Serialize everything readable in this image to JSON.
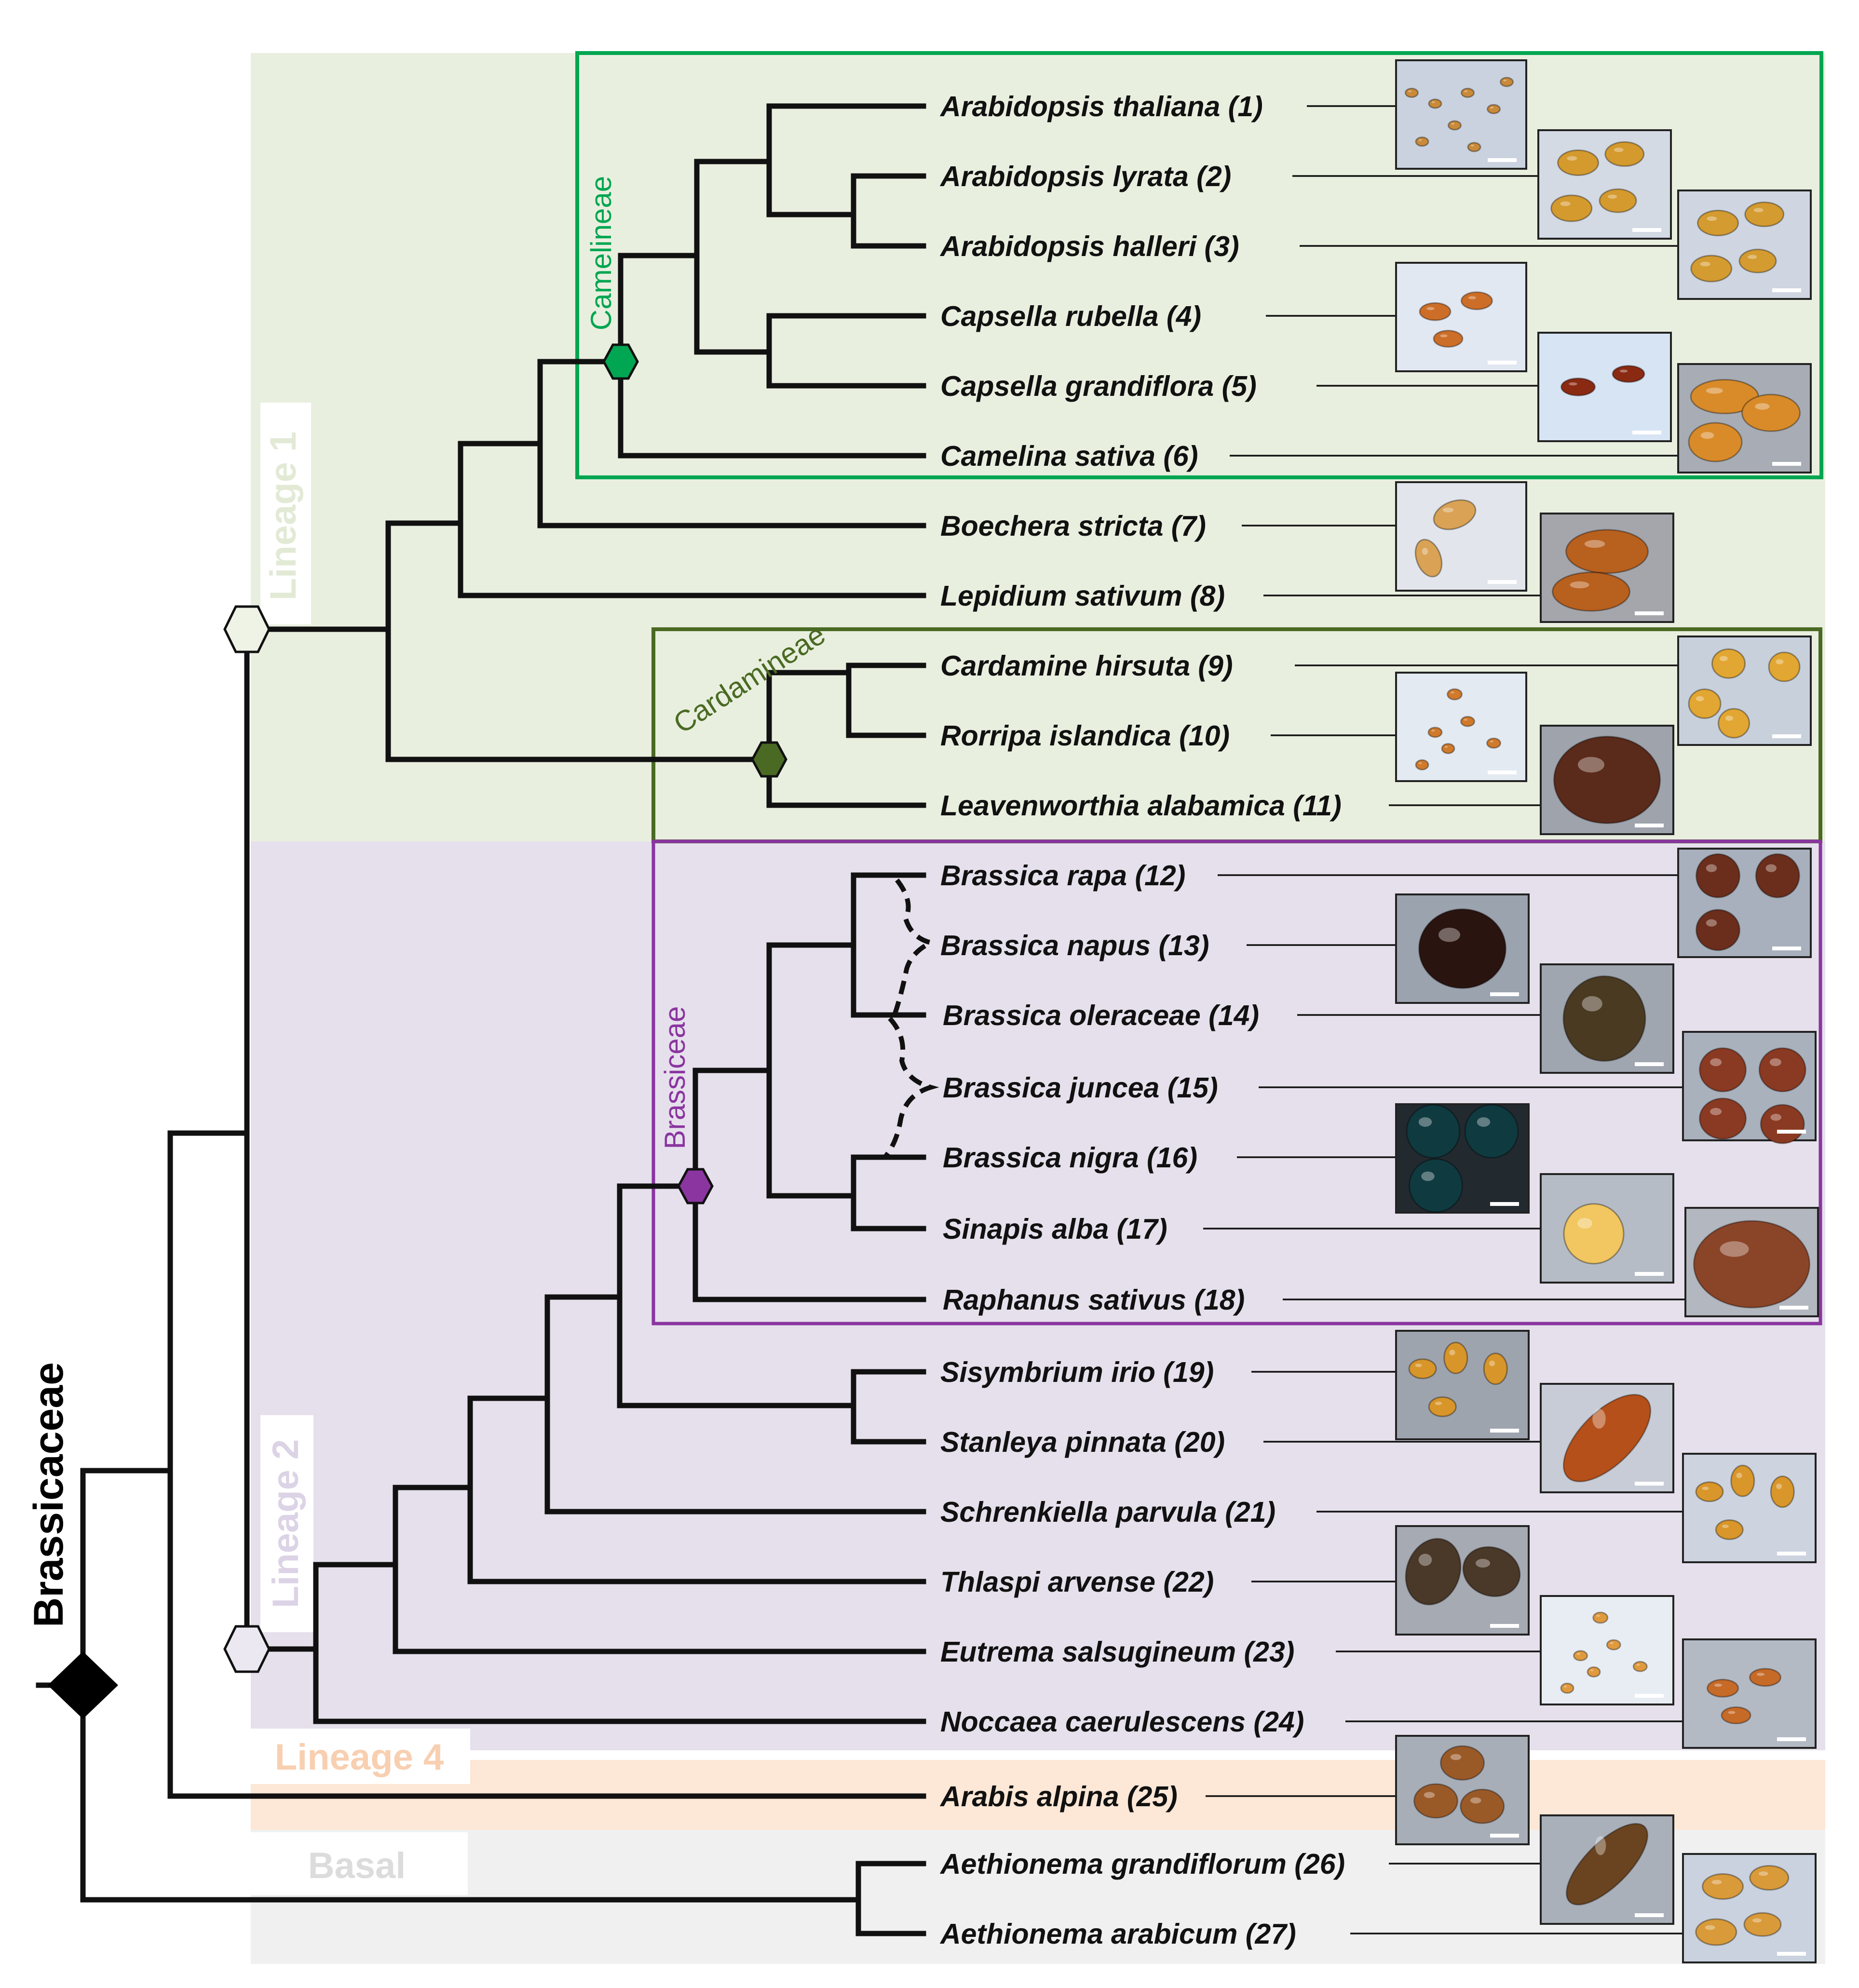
{
  "family": "Brassicaceae",
  "bands": [
    {
      "label": "Lineage 1",
      "color": "#e9efdf",
      "label_color": "#e2ead6"
    },
    {
      "label": "Lineage 2",
      "color": "#e6e0ec",
      "label_color": "#dcd3e6"
    },
    {
      "label": "Lineage 4",
      "color": "#fde7d6",
      "label_color": "#f8cfb0"
    },
    {
      "label": "Basal",
      "color": "#f0f0f0",
      "label_color": "#dcdcdc"
    }
  ],
  "clades": [
    {
      "label": "Camelineae",
      "color": "#00a651"
    },
    {
      "label": "Cardamineae",
      "color": "#4a6a23"
    },
    {
      "label": "Brassiceae",
      "color": "#8a35a0"
    }
  ],
  "taxa": [
    {
      "label": "Arabidopsis thaliana (1)",
      "seed": "light-brown-small",
      "bg": "#c9d2de",
      "seed_color": "#c98a3a"
    },
    {
      "label": "Arabidopsis lyrata (2)",
      "seed": "golden-oval",
      "bg": "#d4dae4",
      "seed_color": "#d49a2e"
    },
    {
      "label": "Arabidopsis halleri (3)",
      "seed": "golden-oval",
      "bg": "#cfd6e2",
      "seed_color": "#d49b30"
    },
    {
      "label": "Capsella  rubella (4)",
      "seed": "orange-oval",
      "bg": "#e2e8f2",
      "seed_color": "#cc6e28"
    },
    {
      "label": "Capsella grandiflora (5)",
      "seed": "dark-red-oval",
      "bg": "#d7e4f4",
      "seed_color": "#8a2a12"
    },
    {
      "label": "Camelina sativa (6)",
      "seed": "large-golden-oval",
      "bg": "#a8acb4",
      "seed_color": "#d98b2a"
    },
    {
      "label": "Boechera stricta (7)",
      "seed": "winged-seed",
      "bg": "#e2e6ec",
      "seed_color": "#d9a255"
    },
    {
      "label": "Lepidium sativum (8)",
      "seed": "large-brown-oval",
      "bg": "#a4a6ac",
      "seed_color": "#b8601e"
    },
    {
      "label": "Cardamine hirsuta (9)",
      "seed": "yellow-round",
      "bg": "#c8d0dc",
      "seed_color": "#e2a632"
    },
    {
      "label": "Rorripa islandica (10)",
      "seed": "tiny-orange",
      "bg": "#e4eaf2",
      "seed_color": "#cf7a2c"
    },
    {
      "label": "Leavenworthia alabamica (11)",
      "seed": "dark-flat-seed",
      "bg": "#9ea3ac",
      "seed_color": "#5a2a1a"
    },
    {
      "label": "Brassica rapa (12)",
      "seed": "dark-brown-round",
      "bg": "#a7b0bc",
      "seed_color": "#6b2e1c"
    },
    {
      "label": "Brassica napus (13)",
      "seed": "black-round",
      "bg": "#9ba3af",
      "seed_color": "#2a1410"
    },
    {
      "label": "Brassica oleraceae (14)",
      "seed": "dark-olive-round",
      "bg": "#a0a6b0",
      "seed_color": "#4a3a22"
    },
    {
      "label": "Brassica juncea (15)",
      "seed": "reddish-round",
      "bg": "#a9b1bd",
      "seed_color": "#8a3a22"
    },
    {
      "label": "Brassica nigra (16)",
      "seed": "black-teal-round",
      "bg": "#222a30",
      "seed_color": "#0f3a40"
    },
    {
      "label": "Sinapis alba (17)",
      "seed": "pale-yellow-round",
      "bg": "#b6bcc6",
      "seed_color": "#f2c660"
    },
    {
      "label": "Raphanus sativus (18)",
      "seed": "brown-oval",
      "bg": "#b3b7bf",
      "seed_color": "#8a4428"
    },
    {
      "label": "Sisymbrium irio (19)",
      "seed": "small-golden",
      "bg": "#9ea4ae",
      "seed_color": "#d8962a"
    },
    {
      "label": "Stanleya pinnata (20)",
      "seed": "elongated-brown",
      "bg": "#c7ccd6",
      "seed_color": "#b5501a"
    },
    {
      "label": "Schrenkiella parvula (21)",
      "seed": "small-golden",
      "bg": "#cdd4e0",
      "seed_color": "#d9962a"
    },
    {
      "label": "Thlaspi arvense (22)",
      "seed": "ridged-dark",
      "bg": "#a6aab2",
      "seed_color": "#4a3828"
    },
    {
      "label": "Eutrema salsugineum (23)",
      "seed": "tiny-orange",
      "bg": "#e8edf4",
      "seed_color": "#e09a3e"
    },
    {
      "label": "Noccaea caerulescens (24)",
      "seed": "orange-oval",
      "bg": "#b4bac4",
      "seed_color": "#c66a28"
    },
    {
      "label": "Arabis alpina (25)",
      "seed": "brown-winged",
      "bg": "#a8aeb8",
      "seed_color": "#9a5a28"
    },
    {
      "label": "Aethionema grandiflorum (26)",
      "seed": "elongated-dark",
      "bg": "#aab0ba",
      "seed_color": "#6a4420"
    },
    {
      "label": "Aethionema arabicum (27)",
      "seed": "golden-oval",
      "bg": "#c9d2de",
      "seed_color": "#d99a3a"
    }
  ]
}
